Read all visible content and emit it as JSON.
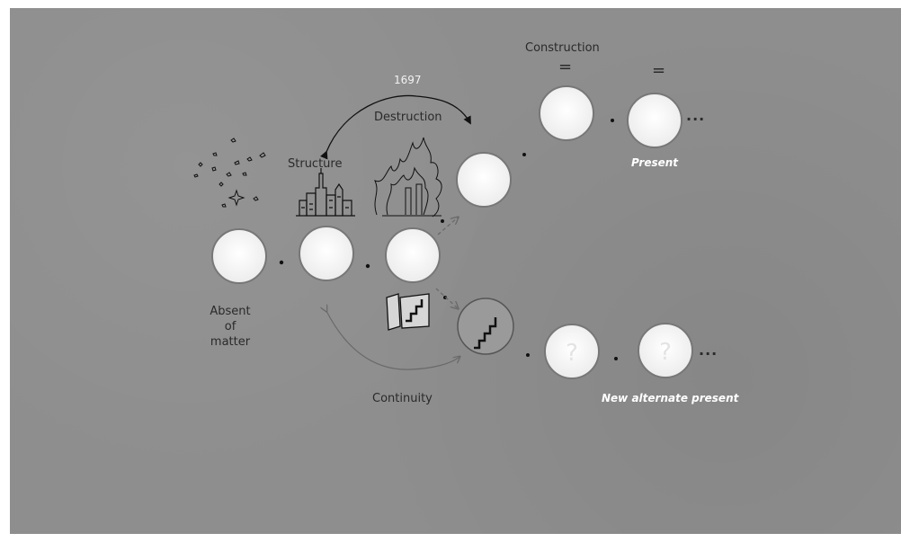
{
  "labels": {
    "construction": "Construction",
    "year": "1697",
    "destruction": "Destruction",
    "structure": "Structure",
    "absent_of_matter": [
      "Absent",
      "of",
      "matter"
    ],
    "present": "Present",
    "continuity": "Continuity",
    "new_alternate_present": "New alternate present"
  },
  "symbols": {
    "equals": "=",
    "dot": "·",
    "ellipsis": "..."
  },
  "colors": {
    "background": "#8e8e8e",
    "circle_fill": "#f7f7f7",
    "ink": "#111111",
    "arrow_gray": "#6a6a6a"
  }
}
